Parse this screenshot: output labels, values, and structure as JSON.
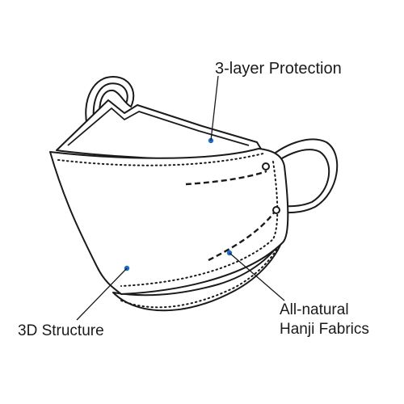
{
  "labels": {
    "protection": "3-layer Protection",
    "structure": "3D Structure",
    "hanji_line1": "All-natural",
    "hanji_line2": "Hanji Fabrics"
  },
  "colors": {
    "outline": "#1a1a1a",
    "marker": "#1f6fc7",
    "background": "#ffffff"
  }
}
